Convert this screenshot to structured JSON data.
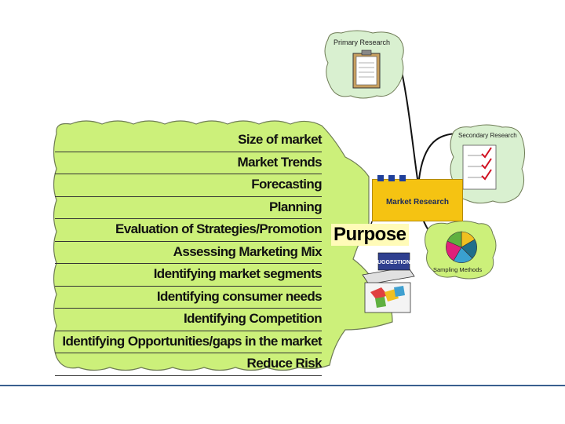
{
  "center_node": {
    "label": "Market Research",
    "fill": "#f5c312"
  },
  "purpose_node": {
    "label": "Purpose"
  },
  "purposes": [
    "Size of market",
    "Market Trends",
    "Forecasting",
    "Planning",
    "Evaluation of Strategies/Promotion",
    "Assessing Marketing Mix",
    "Identifying market segments",
    "Identifying consumer needs",
    "Identifying Competition",
    "Identifying Opportunities/gaps in the market",
    "Reduce Risk"
  ],
  "branches": {
    "primary": {
      "label": "Primary Research",
      "icon": "clipboard-icon"
    },
    "secondary": {
      "label": "Secondary Research",
      "icon": "checklist-icon"
    },
    "sampling": {
      "label": "Sampling Methods",
      "icon": "pie-chart-icon"
    }
  },
  "suggestion_box": {
    "label": "SUGGESTIONS",
    "icon": "suggestion-box-icon"
  },
  "colors": {
    "cloud_fill": "#ccf07a",
    "cloud_stroke": "#6e7b55",
    "accent": "#3a5f8f"
  }
}
